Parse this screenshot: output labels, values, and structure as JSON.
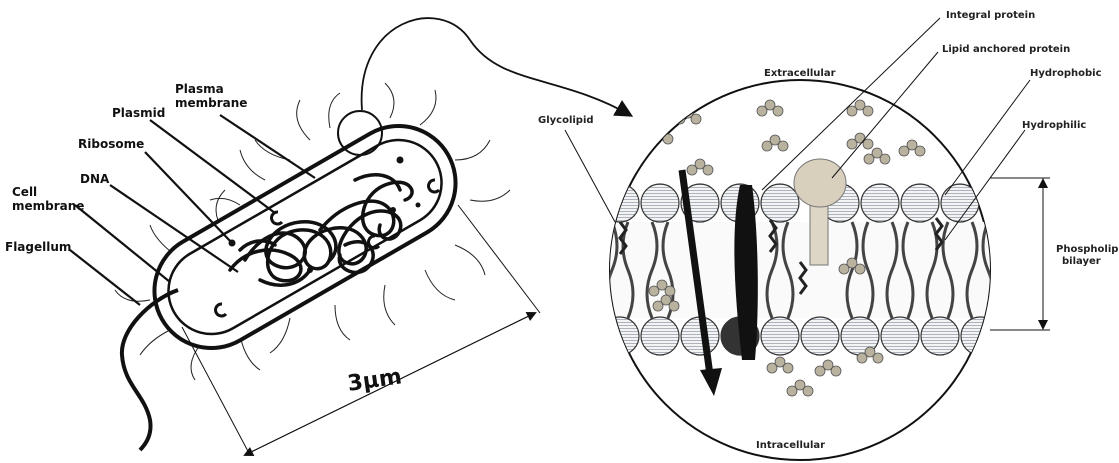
{
  "bacterium": {
    "labels": {
      "plasma_membrane": [
        "Plasma",
        "membrane"
      ],
      "plasmid": "Plasmid",
      "ribosome": "Ribosome",
      "dna": "DNA",
      "cell_membrane": [
        "Cell",
        "membrane"
      ],
      "flagellum": "Flagellum"
    },
    "scale_label": "3μm"
  },
  "membrane": {
    "labels": {
      "integral_protein": "Integral protein",
      "lipid_anchored_protein": "Lipid anchored protein",
      "hydrophobic": "Hydrophobic",
      "hydrophilic": "Hydrophilic",
      "glycolipid": "Glycolipid",
      "extracellular": "Extracellular",
      "intracellular": "Intracellular",
      "phospholipid_bilayer": [
        "Phospholipid",
        "bilayer"
      ]
    }
  }
}
